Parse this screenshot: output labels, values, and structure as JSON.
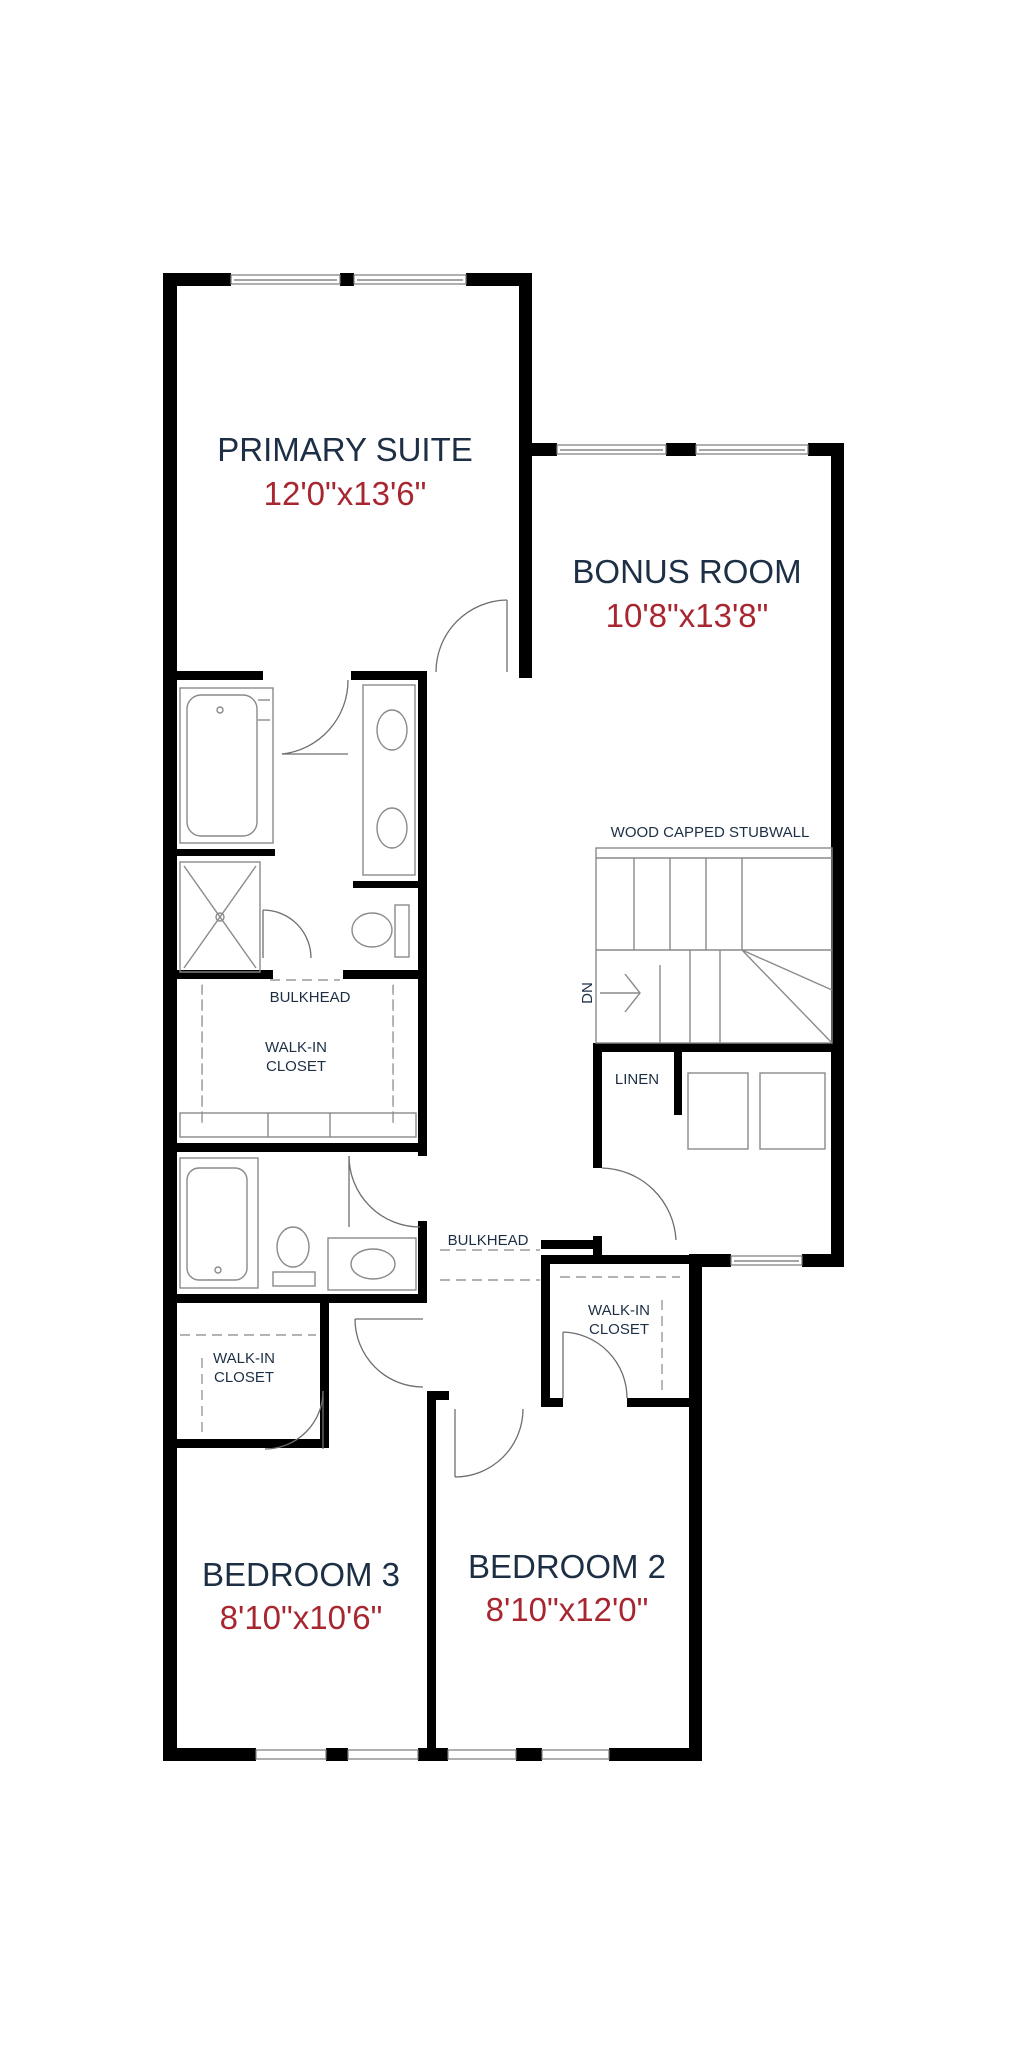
{
  "rooms": {
    "primary_suite": {
      "name": "PRIMARY SUITE",
      "dim": "12'0\"x13'6\""
    },
    "bonus_room": {
      "name": "BONUS ROOM",
      "dim": "10'8\"x13'8\""
    },
    "bedroom_3": {
      "name": "BEDROOM 3",
      "dim": "8'10\"x10'6\""
    },
    "bedroom_2": {
      "name": "BEDROOM 2",
      "dim": "8'10\"x12'0\""
    }
  },
  "labels": {
    "stubwall": "WOOD CAPPED STUBWALL",
    "bulkhead_top": "BULKHEAD",
    "bulkhead_mid": "BULKHEAD",
    "walkin_primary_1": "WALK-IN",
    "walkin_primary_2": "CLOSET",
    "walkin_b3_1": "WALK-IN",
    "walkin_b3_2": "CLOSET",
    "walkin_b2_1": "WALK-IN",
    "walkin_b2_2": "CLOSET",
    "linen": "LINEN",
    "stairs_dn": "DN"
  },
  "colors": {
    "room_name": "#1d2f45",
    "room_dim": "#a8262f",
    "wall": "#000000"
  }
}
